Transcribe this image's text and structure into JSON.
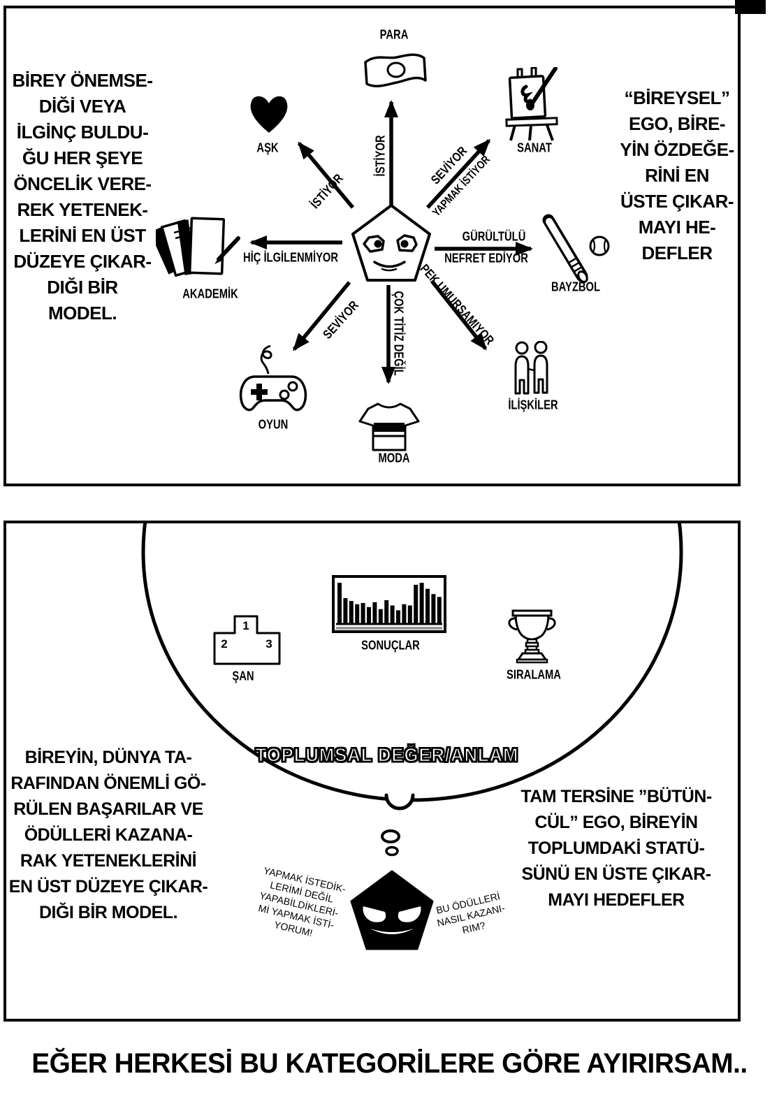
{
  "page": {
    "caption": "EĞER HERKESİ BU KATEGORİLERE GÖRE AYIRIRSAM.."
  },
  "panel_individual": {
    "left_note_lines": [
      "BİREY ÖNEMSE-",
      "DİĞİ VEYA",
      "İLGİNÇ BULDU-",
      "ĞU HER ŞEYE",
      "ÖNCELİK VERE-",
      "REK YETENEK-",
      "LERİNİ EN ÜST",
      "DÜZEYE ÇIKAR-",
      "DIĞI BİR",
      "MODEL."
    ],
    "right_note_lines": [
      "“BİREYSEL”",
      "EGO, BİRE-",
      "YİN ÖZDEĞE-",
      "RİNİ EN",
      "ÜSTE ÇIKAR-",
      "MAYI HE-",
      "DEFLER"
    ],
    "nodes": {
      "para": {
        "label": "PARA",
        "icon": "flag-icon"
      },
      "ask": {
        "label": "AŞK",
        "icon": "heart-icon"
      },
      "sanat": {
        "label": "SANAT",
        "icon": "easel-icon"
      },
      "bayzbol": {
        "label": "BAYZBOL",
        "icon": "baseball-icon"
      },
      "iliskiler": {
        "label": "İLİŞKİLER",
        "icon": "people-icon"
      },
      "moda": {
        "label": "MODA",
        "icon": "tshirt-icon"
      },
      "oyun": {
        "label": "OYUN",
        "icon": "controller-icon"
      },
      "akademik": {
        "label": "AKADEMİK",
        "icon": "books-icon"
      }
    },
    "arrow_labels": {
      "para": "İSTİYOR",
      "ask": "İSTİYOR",
      "sanat_a": "SEVİYOR",
      "sanat_b": "YAPMAK İSTİYOR",
      "bayzbol_a": "GÜRÜLTÜLÜ",
      "bayzbol_b": "NEFRET EDİYOR",
      "iliskiler": "PEK UMURSAMIYOR",
      "moda": "ÇOK TİTİZ DEĞİL",
      "oyun": "SEVİYOR",
      "akademik": "HİÇ İLGİLENMİYOR"
    }
  },
  "panel_social": {
    "left_note_lines": [
      "BİREYİN, DÜNYA TA-",
      "RAFINDAN ÖNEMLİ GÖ-",
      "RÜLEN BAŞARILAR VE",
      "ÖDÜLLERİ KAZANA-",
      "RAK YETENEKLERİNİ",
      "EN ÜST DÜZEYE ÇIKAR-",
      "DIĞI BİR MODEL."
    ],
    "right_note_lines": [
      "TAM TERSİNE ”BÜTÜN-",
      "CÜL” EGO, BİREYİN",
      "TOPLUMDAKİ STATÜ-",
      "SÜNÜ EN ÜSTE ÇIKAR-",
      "MAYI HEDEFLER"
    ],
    "bubble": {
      "title": "TOPLUMSAL DEĞER/ANLAM",
      "items": {
        "san": {
          "label": "ŞAN",
          "icon": "podium-icon",
          "podium_numbers": [
            "1",
            "2",
            "3"
          ]
        },
        "sonuclar": {
          "label": "SONUÇLAR",
          "icon": "equalizer-icon"
        },
        "siralama": {
          "label": "SIRALAMA",
          "icon": "trophy-icon"
        }
      },
      "equalizer_bars": [
        1,
        0.62,
        0.55,
        0.47,
        0.5,
        0.4,
        0.52,
        0.35,
        0.57,
        0.44,
        0.32,
        0.47,
        0.44,
        0.95,
        1,
        0.85,
        0.72,
        0.65
      ]
    },
    "speech_left_lines": [
      "YAPMAK İSTEDİK-",
      "LERİMİ DEĞİL",
      "YAPABİLDİKLERİ-",
      "Mİ YAPMAK İSTİ-",
      "YORUM!"
    ],
    "speech_right_lines": [
      "BU ÖDÜLLERİ",
      "NASIL KAZANI-",
      "RIM?"
    ]
  }
}
